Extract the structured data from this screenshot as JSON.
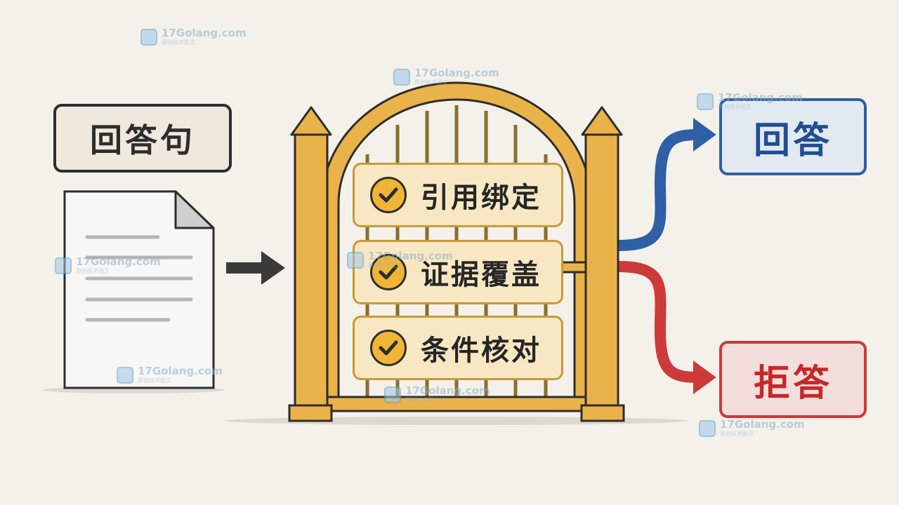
{
  "input": {
    "label": "回答句",
    "icon": "document-icon"
  },
  "gate": {
    "checks": [
      {
        "label": "引用绑定",
        "icon": "check-icon"
      },
      {
        "label": "证据覆盖",
        "icon": "check-icon"
      },
      {
        "label": "条件核对",
        "icon": "check-icon"
      }
    ]
  },
  "outputs": {
    "answer": {
      "label": "回答",
      "color": "#2f5fa5"
    },
    "refuse": {
      "label": "拒答",
      "color": "#cc3a3a"
    }
  },
  "watermark": {
    "title": "17Golang.com",
    "subtitle": "原创技术图文"
  }
}
